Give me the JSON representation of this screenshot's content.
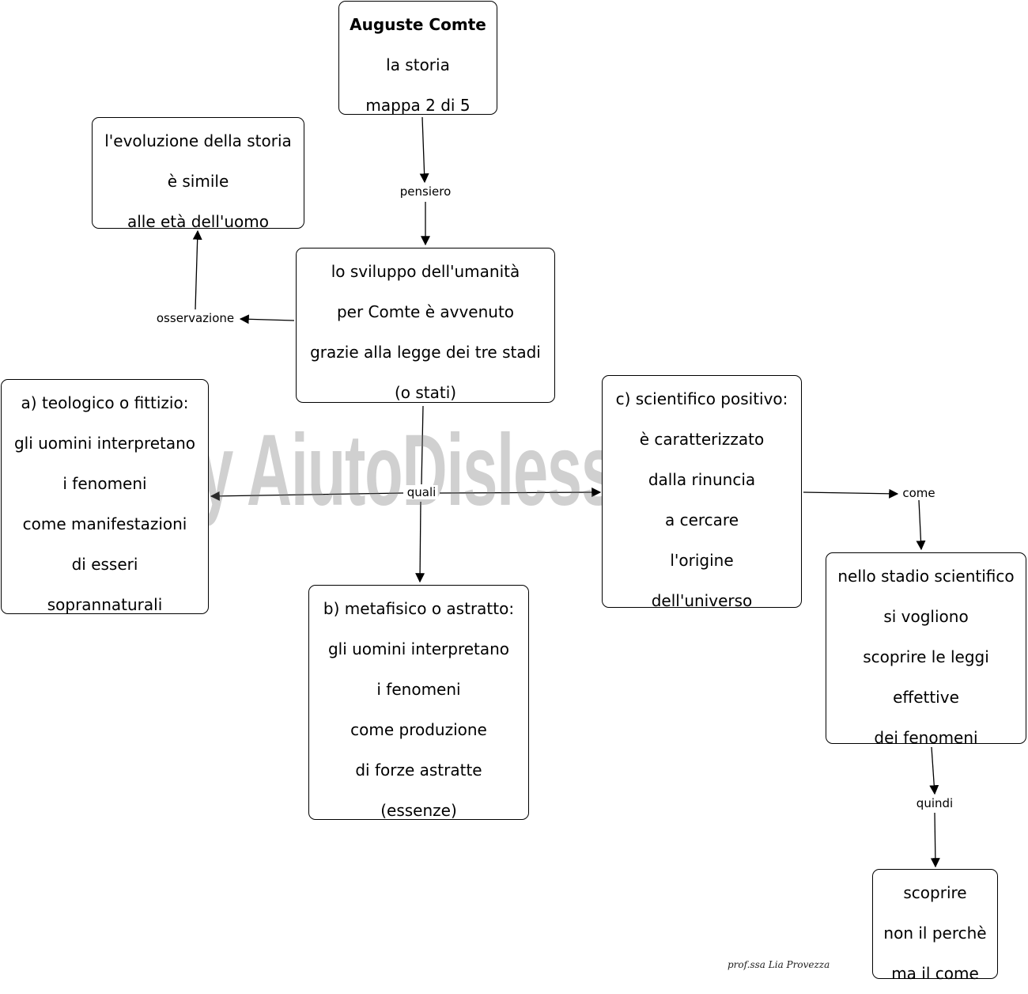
{
  "nodes": {
    "title": {
      "lines": [
        "Auguste Comte",
        "la storia",
        "mappa 2 di 5"
      ]
    },
    "evoluzione": {
      "lines": [
        "l'evoluzione della storia",
        "è simile",
        "alle età dell'uomo"
      ]
    },
    "sviluppo": {
      "lines": [
        "lo sviluppo dell'umanità",
        "per Comte è avvenuto",
        "grazie alla legge dei tre stadi",
        "(o  stati)"
      ]
    },
    "teologico": {
      "lines": [
        "a) teologico o fittizio:",
        "gli uomini interpretano",
        "i fenomeni",
        "come manifestazioni",
        "di esseri",
        "soprannaturali"
      ]
    },
    "metafisico": {
      "lines": [
        "b) metafisico o astratto:",
        "gli uomini interpretano",
        "i fenomeni",
        "come produzione",
        "di forze astratte",
        "(essenze)"
      ]
    },
    "scientifico": {
      "lines": [
        "c) scientifico positivo:",
        "è caratterizzato",
        "dalla rinuncia",
        "a cercare",
        "l'origine",
        "dell'universo"
      ]
    },
    "stadio": {
      "lines": [
        "nello stadio scientifico",
        "si vogliono",
        "scoprire le leggi",
        "effettive",
        "dei fenomeni"
      ]
    },
    "scoprire": {
      "lines": [
        "scoprire",
        "non il perchè",
        "ma il come"
      ]
    }
  },
  "links": {
    "pensiero": "pensiero",
    "osservazione": "osservazione",
    "quali": "quali",
    "come": "come",
    "quindi": "quindi"
  },
  "watermark": "By AiutoDislessia.net",
  "signature": "prof.ssa Lia Provezza"
}
